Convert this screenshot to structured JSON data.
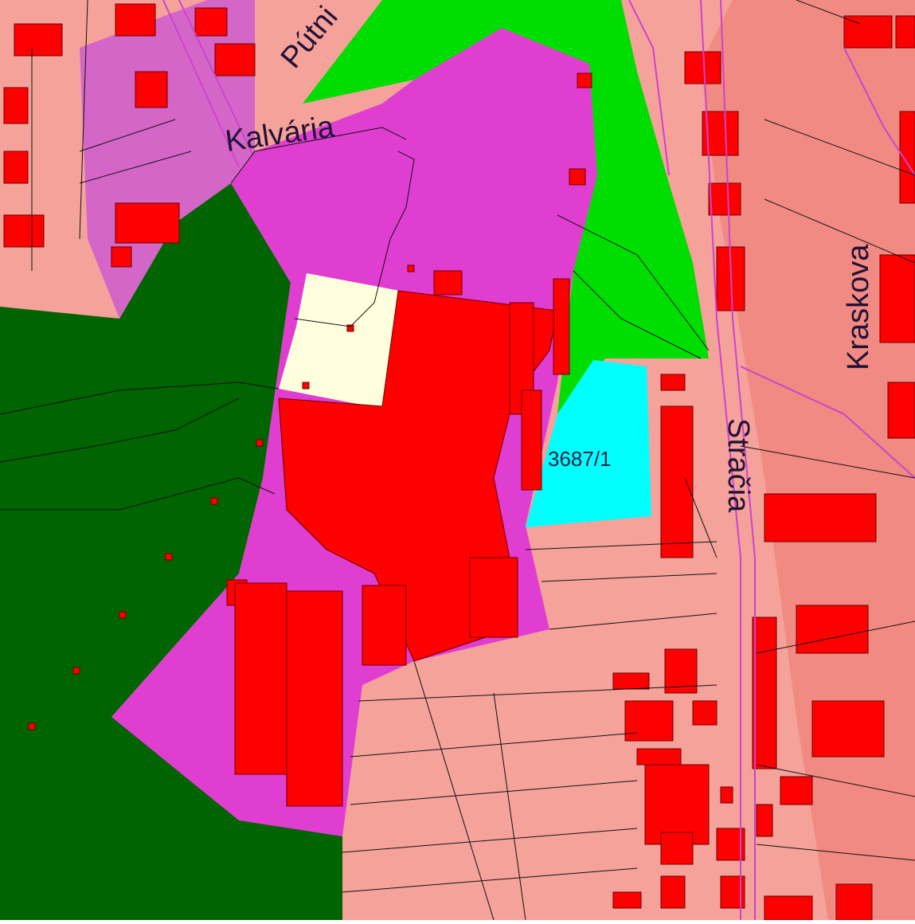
{
  "map": {
    "labels": {
      "kalvaria": "Kalvária",
      "putni": "Pútni",
      "kraskova": "Kraskova",
      "stracia": "Stračia",
      "parcel": "3687/1"
    },
    "colors": {
      "residential": "#f4a29a",
      "residential_dense": "#f08a82",
      "civic": "#e03ed0",
      "civic_light": "#d466c8",
      "greenery": "#00dd00",
      "forest": "#006400",
      "building": "#ff0000",
      "parcel_highlight": "#00ffff",
      "cream": "#ffffdd",
      "road_line": "#cc44cc",
      "border": "#111111"
    }
  }
}
